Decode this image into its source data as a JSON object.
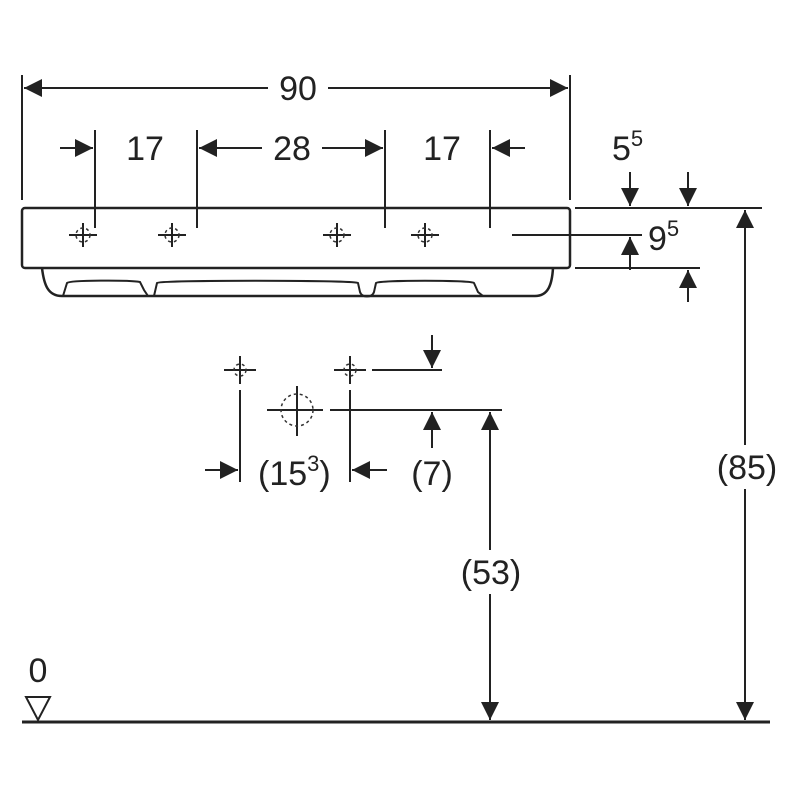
{
  "dimensions": {
    "overall_width": "90",
    "tap_spacing_left": "17",
    "tap_spacing_middle": "28",
    "tap_spacing_right": "17",
    "rim_to_tap_base": "5",
    "rim_to_tap_sup": "5",
    "basin_height_base": "9",
    "basin_height_sup": "5",
    "rim_height": "(85)",
    "waste_height": "(53)",
    "supply_spacing_open": "(15",
    "supply_spacing_sup": "3",
    "supply_spacing_close": ")",
    "supply_offset": "(7)",
    "floor_level": "0"
  }
}
